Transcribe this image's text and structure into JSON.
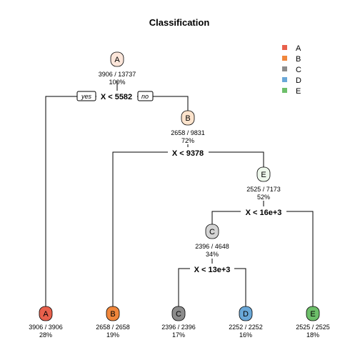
{
  "title": "Classification",
  "legend": [
    {
      "label": "A",
      "color": "#E8604C"
    },
    {
      "label": "B",
      "color": "#F0873C"
    },
    {
      "label": "C",
      "color": "#8C8C8C"
    },
    {
      "label": "D",
      "color": "#6AA8D8"
    },
    {
      "label": "E",
      "color": "#6DBF6A"
    }
  ],
  "nodes": {
    "root": {
      "class": "A",
      "fill": "#FCE6DA",
      "stats": "3906 / 13737",
      "pct": "100%"
    },
    "n2": {
      "class": "B",
      "fill": "#FDE3CC",
      "stats": "2658 / 9831",
      "pct": "72%"
    },
    "n3": {
      "class": "E",
      "fill": "#EEF8EC",
      "stats": "2525 / 7173",
      "pct": "52%"
    },
    "n4": {
      "class": "C",
      "fill": "#D4D4D4",
      "stats": "2396 / 4648",
      "pct": "34%"
    },
    "leafA": {
      "class": "A",
      "fill": "#E8604C",
      "stats": "3906 / 3906",
      "pct": "28%"
    },
    "leafB": {
      "class": "B",
      "fill": "#F0873C",
      "stats": "2658 / 2658",
      "pct": "19%"
    },
    "leafC": {
      "class": "C",
      "fill": "#8C8C8C",
      "stats": "2396 / 2396",
      "pct": "17%"
    },
    "leafD": {
      "class": "D",
      "fill": "#6AA8D8",
      "stats": "2252 / 2252",
      "pct": "16%"
    },
    "leafE": {
      "class": "E",
      "fill": "#6DBF6A",
      "stats": "2525 / 2525",
      "pct": "18%"
    }
  },
  "splits": {
    "s1": "X < 5582",
    "s2": "X < 9378",
    "s3": "X < 16e+3",
    "s4": "X < 13e+3"
  },
  "yes_label": "yes",
  "no_label": "no"
}
